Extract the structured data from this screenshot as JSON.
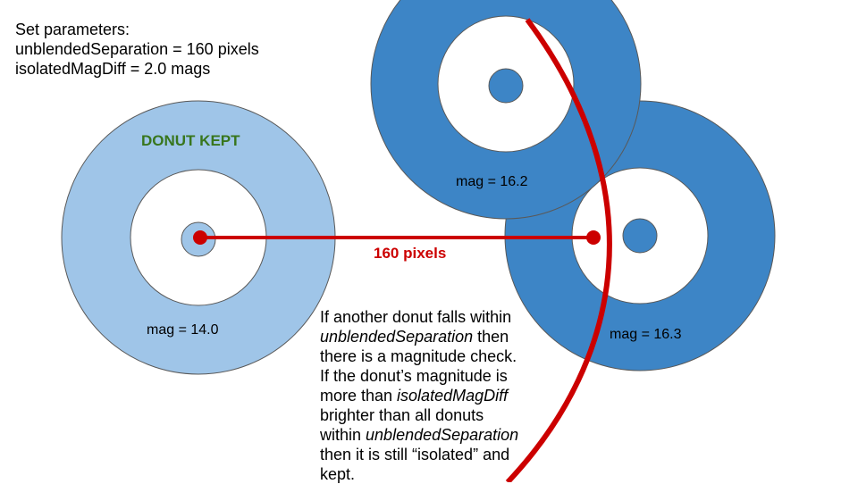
{
  "parameters": {
    "heading": "Set parameters:",
    "unblended_line": "unblendedSeparation = 160 pixels",
    "isolated_line": "isolatedMagDiff = 2.0 mags"
  },
  "donuts": [
    {
      "id": "left",
      "mag_label": "mag = 14.0",
      "status": "DONUT KEPT",
      "color": "#9fc5e8"
    },
    {
      "id": "top",
      "mag_label": "mag = 16.2",
      "color": "#3d85c6"
    },
    {
      "id": "right",
      "mag_label": "mag = 16.3",
      "color": "#3d85c6"
    }
  ],
  "separation_label": "160 pixels",
  "colors": {
    "kept_text": "#38761d",
    "separation": "#cc0000",
    "outline": "#595959"
  },
  "explanation": {
    "l1": "If another donut falls within",
    "l2_em": "unblendedSeparation",
    "l2_rest": " then",
    "l3": "there is a magnitude check.",
    "l4": "If the donut’s magnitude is",
    "l5_pre": "more than ",
    "l5_em": "isolatedMagDiff",
    "l6": "brighter than all donuts",
    "l7_pre": "within ",
    "l7_em": "unblendedSeparation",
    "l8": "then it is still “isolated” and",
    "l9": "kept."
  }
}
